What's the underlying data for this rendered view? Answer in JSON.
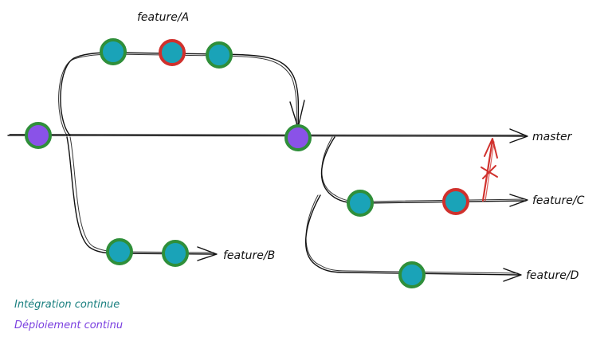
{
  "branches": {
    "master": "master",
    "feature_a": "feature/A",
    "feature_b": "feature/B",
    "feature_c": "feature/C",
    "feature_d": "feature/D"
  },
  "legend": {
    "ci": "Intégration continue",
    "cd": "Déploiement continu"
  },
  "colors": {
    "ci_green": "#2f8f3a",
    "commit_fill": "#1aa3b8",
    "failed_red": "#d0312d",
    "deploy_purple": "#8a52e8",
    "legend_teal": "#197f7f",
    "legend_purple": "#7a3fe0",
    "blocked_arrow": "#d0312d"
  },
  "icons": {
    "blocked_merge": "cross-mark-icon"
  }
}
